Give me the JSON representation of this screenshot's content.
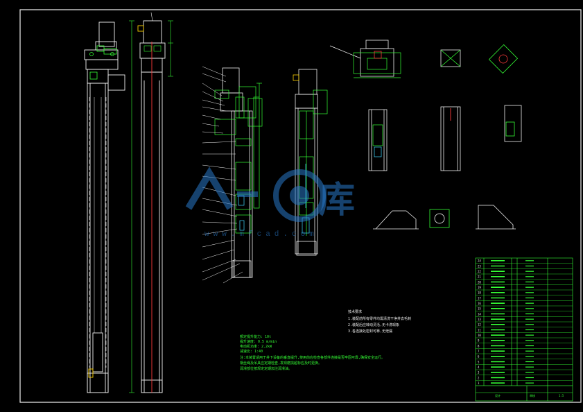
{
  "watermark": {
    "text": "www.mfcad.com",
    "cn": "库"
  },
  "notes": {
    "heading": "技术要求",
    "items": [
      "1.装配前所有零件均需清洗干净并去毛刺",
      "2.装配后应转动灵活,无卡滞现象",
      "3.各连接处密封可靠,无泄漏"
    ]
  },
  "specs": {
    "rows": [
      "额定提升能力: 10t",
      "提升速度: 0.5 m/min",
      "电动机功率: 2.2kW",
      "减速比: 1:40"
    ]
  },
  "remarks": [
    "注:本装置适用于井下设备的垂直提升,使用前应检查各部件连接是否牢固可靠,确保安全运行。",
    "钢丝绳及吊具应定期检查,发现磨损超标应及时更换。",
    "润滑部位按规定定期加注润滑油。"
  ],
  "title_block": {
    "rows": [
      "24",
      "23",
      "22",
      "21",
      "20",
      "19",
      "18",
      "17",
      "16",
      "15",
      "14",
      "13",
      "12",
      "11",
      "10",
      "9",
      "8",
      "7",
      "6",
      "5",
      "4",
      "3",
      "2",
      "1"
    ],
    "bottom_left": "设计",
    "bottom_mid": "审核",
    "scale": "1:5"
  },
  "colors": {
    "white": "#f2f2f2",
    "green": "#35ff35",
    "red": "#ff3b3b",
    "cyan": "#3fd8ff",
    "yellow": "#ffd400"
  }
}
